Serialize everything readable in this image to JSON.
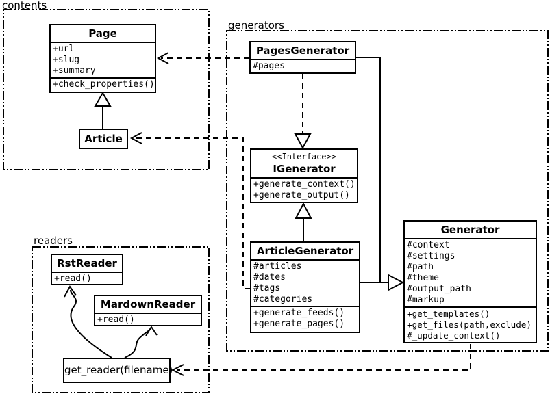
{
  "packages": {
    "contents": {
      "label": "contents"
    },
    "generators": {
      "label": "generators"
    },
    "readers": {
      "label": "readers"
    }
  },
  "classes": {
    "page": {
      "title": "Page",
      "attributes": [
        "+url",
        "+slug",
        "+summary"
      ],
      "methods": [
        "+check_properties()"
      ]
    },
    "article": {
      "title": "Article"
    },
    "pages_generator": {
      "title": "PagesGenerator",
      "attributes": [
        "#pages"
      ]
    },
    "igenerator": {
      "stereotype": "<<Interface>>",
      "title": "IGenerator",
      "methods": [
        "+generate_context()",
        "+generate_output()"
      ]
    },
    "article_generator": {
      "title": "ArticleGenerator",
      "attributes": [
        "#articles",
        "#dates",
        "#tags",
        "#categories"
      ],
      "methods": [
        "+generate_feeds()",
        "+generate_pages()"
      ]
    },
    "generator": {
      "title": "Generator",
      "attributes": [
        "#context",
        "#settings",
        "#path",
        "#theme",
        "#output_path",
        "#markup"
      ],
      "methods": [
        "+get_templates()",
        "+get_files(path,exclude)",
        "#_update_context()"
      ]
    },
    "rst_reader": {
      "title": "RstReader",
      "methods": [
        "+read()"
      ]
    },
    "mardown_reader": {
      "title": "MardownReader",
      "methods": [
        "+read()"
      ]
    }
  },
  "nodes": {
    "get_reader": {
      "label": "get_reader(filename)"
    }
  },
  "relationships": [
    {
      "from": "Article",
      "to": "Page",
      "type": "inheritance"
    },
    {
      "from": "PagesGenerator",
      "to": "IGenerator",
      "type": "realization"
    },
    {
      "from": "ArticleGenerator",
      "to": "IGenerator",
      "type": "inheritance"
    },
    {
      "from": "PagesGenerator",
      "to": "Generator",
      "type": "inheritance"
    },
    {
      "from": "ArticleGenerator",
      "to": "Generator",
      "type": "inheritance"
    },
    {
      "from": "PagesGenerator",
      "to": "Page",
      "type": "dependency"
    },
    {
      "from": "ArticleGenerator",
      "to": "Article",
      "type": "dependency"
    },
    {
      "from": "Generator",
      "to": "get_reader(filename)",
      "type": "dependency"
    },
    {
      "from": "get_reader(filename)",
      "to": "RstReader",
      "type": "arrow"
    },
    {
      "from": "get_reader(filename)",
      "to": "MardownReader",
      "type": "arrow"
    }
  ],
  "colors": {
    "line": "#000000",
    "background": "#ffffff",
    "box_fill": "#ffffff"
  }
}
